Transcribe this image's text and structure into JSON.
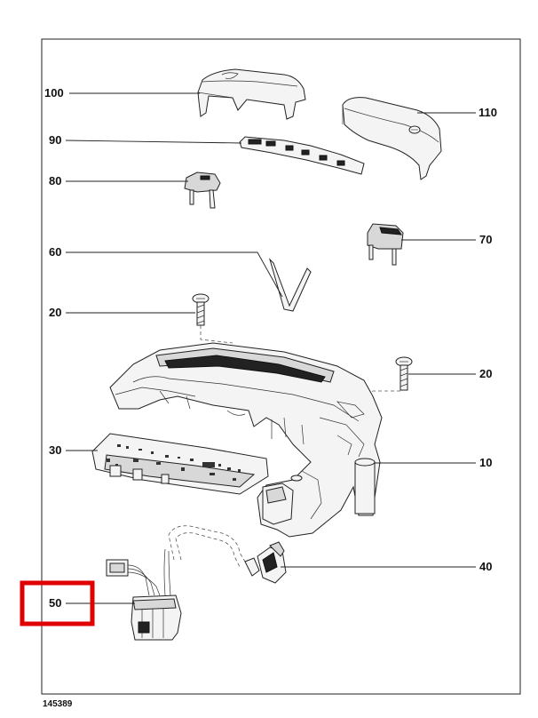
{
  "document_id": "145389",
  "labels": {
    "p100": "100",
    "p110": "110",
    "p90": "90",
    "p80": "80",
    "p70": "70",
    "p60": "60",
    "p20_left": "20",
    "p20_right": "20",
    "p30": "30",
    "p10": "10",
    "p40": "40",
    "p50": "50"
  },
  "highlight": {
    "label_key": "p50",
    "color": "#e00000"
  }
}
